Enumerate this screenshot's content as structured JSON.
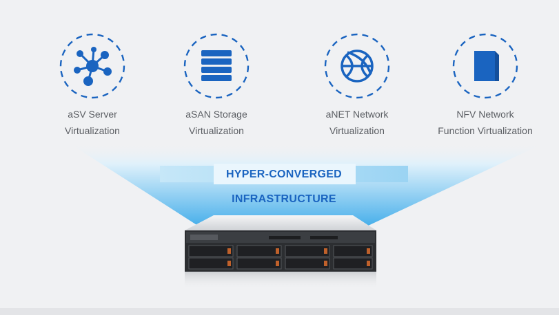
{
  "modules": [
    {
      "icon": "network-nodes-icon",
      "label": "aSV Server\nVirtualization"
    },
    {
      "icon": "storage-stack-icon",
      "label": "aSAN Storage\nVirtualization"
    },
    {
      "icon": "globe-ball-icon",
      "label": "aNET Network\nVirtualization"
    },
    {
      "icon": "document-page-icon",
      "label": "NFV Network\nFunction Virtualization"
    }
  ],
  "banner": {
    "line1": "HYPER-CONVERGED",
    "line2": "INFRASTRUCTURE"
  },
  "colors": {
    "accent": "#1a64c0",
    "beam_light": "#e4f3fc",
    "beam_dark": "#49b2ea",
    "ring": "#1a64c0",
    "background": "#f0f1f3"
  }
}
